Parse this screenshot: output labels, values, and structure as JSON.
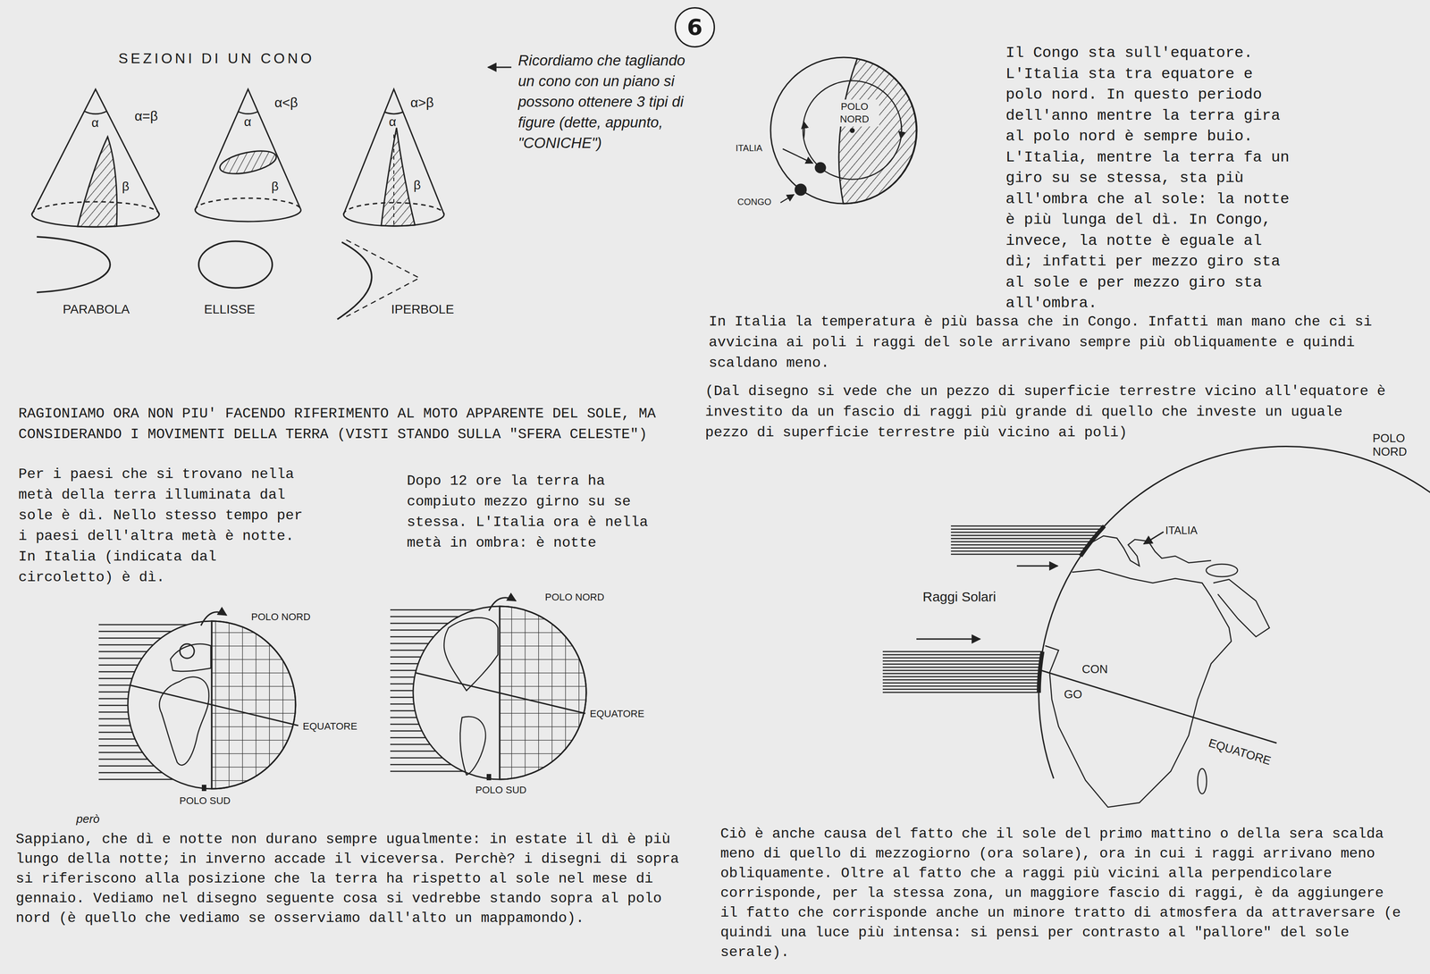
{
  "diagram": {
    "nodes": [
      {
        "text": [
          "6"
        ]
      }
    ],
    "labels": [
      "SEZIONI DI UN CONO",
      "α=β",
      "α",
      "β",
      "α<β",
      "α",
      "β",
      "α>β",
      "α",
      "β",
      "PARABOLA",
      "ELLISSE",
      "IPERBOLE",
      "Ricordiamo che tagliando un cono con un piano si possono ottenere 3 tipi di figure (dette, appunto, \"CONICHE\")",
      "POLO NORD",
      "ITALIA",
      "CONGO",
      "Il Congo sta sull'equatore. L'Italia sta tra equatore e polo nord. In questo periodo dell'anno mentre la terra gira al polo nord è sempre buio. L'Italia, mentre la terra fa un giro su se stessa, sta più all'ombra che al sole: la notte è più lunga del dì. In Congo, invece, la notte è eguale al dì; infatti per mezzo giro sta al sole e per mezzo giro sta all'ombra.",
      "In Italia la temperatura è più bassa che in Congo. Infatti man mano che ci si avvicina ai poli i raggi del sole arrivano sempre più obliquamente e quindi scaldano meno.",
      "(Dal disegno si vede che un pezzo di superficie terrestre vicino all'equatore è investito da un fascio di raggi più grande di quello che investe un uguale pezzo di superficie terrestre più vicino ai poli)",
      "RAGIONIAMO ORA NON PIU' FACENDO RIFERIMENTO AL MOTO APPARENTE DEL SOLE, MA CONSIDERANDO I MOVIMENTI DELLA TERRA (VISTI STANDO SULLA \"SFERA CELESTE\")",
      "Per i paesi che si trovano nella metà della terra illuminata dal sole è dì. Nello stesso tempo per i paesi dell'altra metà è notte. In Italia (indicata dal circoletto) è dì.",
      "Dopo 12 ore la terra ha compiuto mezzo girno su se stessa. L'Italia ora è nella metà in ombra: è notte",
      "POLO NORD",
      "EQUATORE",
      "POLO SUD",
      "POLO NORD",
      "EQUATORE",
      "POLO SUD",
      "POLO NORD",
      "ITALIA",
      "Raggi Solari",
      "CON",
      "GO",
      "EQUATORE",
      "però",
      "Sappiano, che dì e notte non durano sempre ugualmente: in estate il dì è più lungo della notte; in inverno accade il viceversa. Perchè? i disegni di sopra si riferiscono alla posizione che la terra ha rispetto al sole nel mese di gennaio. Vediamo nel disegno seguente cosa si vedrebbe stando sopra al polo nord (è quello che vediamo se osserviamo dall'alto un mappamondo).",
      "Ciò è anche causa del fatto che il sole del primo mattino o della sera scalda meno di quello di mezzogiorno (ora solare), ora in cui i raggi arrivano meno obliquamente. Oltre al fatto che a raggi più vicini alla perpendicolare corrisponde, per la stessa zona, un maggiore fascio di raggi, è da aggiungere il fatto che corrisponde anche un minore tratto di atmosfera da attraversare (e quindi una luce più intensa: si pensi per contrasto al \"pallore\" del sole serale)."
    ]
  }
}
